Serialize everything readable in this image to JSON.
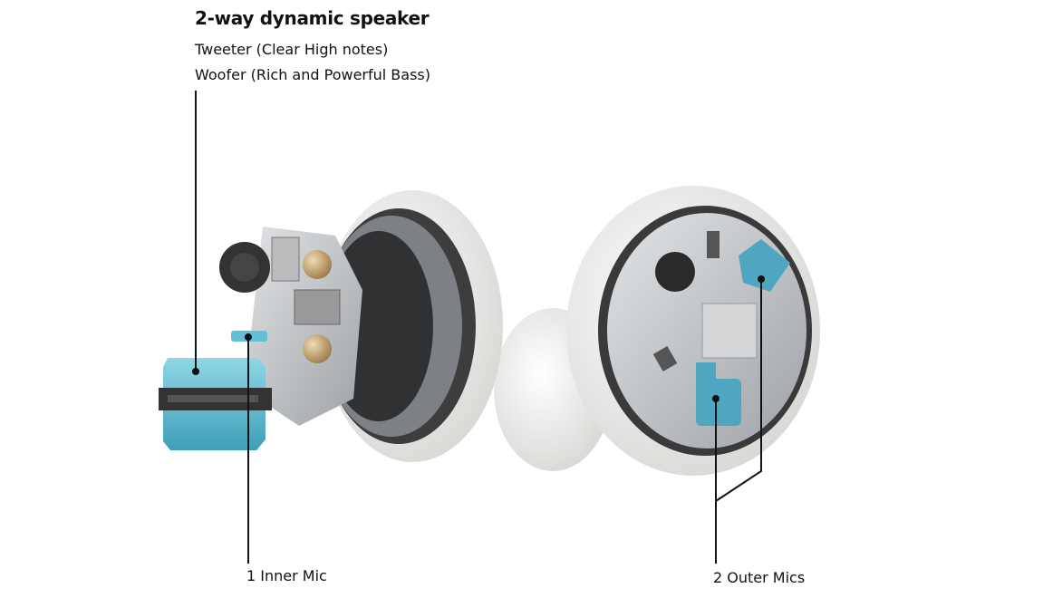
{
  "header": {
    "title": "2-way dynamic speaker",
    "lines": [
      "Tweeter (Clear High notes)",
      "Woofer (Rich and Powerful Bass)"
    ]
  },
  "callouts": {
    "inner_mic": "1 Inner Mic",
    "outer_mics": "2 Outer Mics"
  },
  "colors": {
    "mic_blue": "#5fb3cc",
    "shell_white": "#ecebe8",
    "metal": "#b9bcbf",
    "dark": "#2b2b2b"
  }
}
